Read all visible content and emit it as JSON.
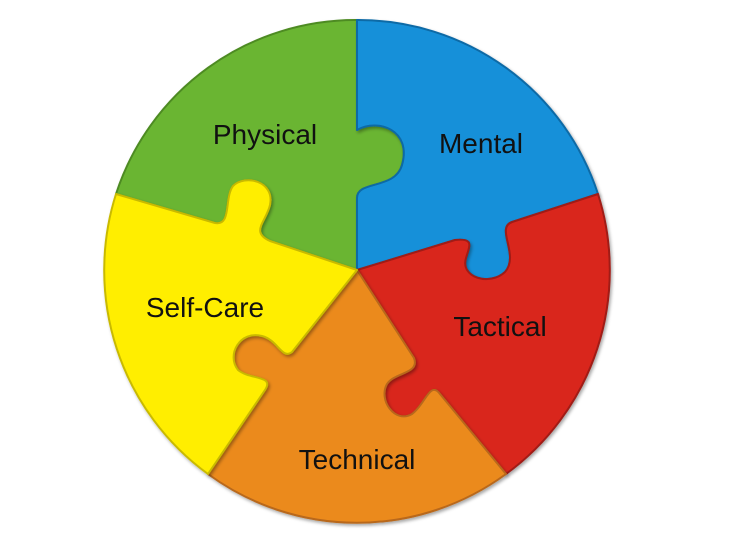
{
  "diagram": {
    "pieces": [
      {
        "id": "physical",
        "label": "Physical",
        "color": "#6bb533",
        "stroke": "#4e8b24"
      },
      {
        "id": "mental",
        "label": "Mental",
        "color": "#1590d9",
        "stroke": "#0e6aa6"
      },
      {
        "id": "tactical",
        "label": "Tactical",
        "color": "#d9251d",
        "stroke": "#a01b15"
      },
      {
        "id": "technical",
        "label": "Technical",
        "color": "#eb8a1f",
        "stroke": "#b8681a"
      },
      {
        "id": "self-care",
        "label": "Self-Care",
        "color": "#ffee00",
        "stroke": "#c9ba00"
      }
    ]
  }
}
